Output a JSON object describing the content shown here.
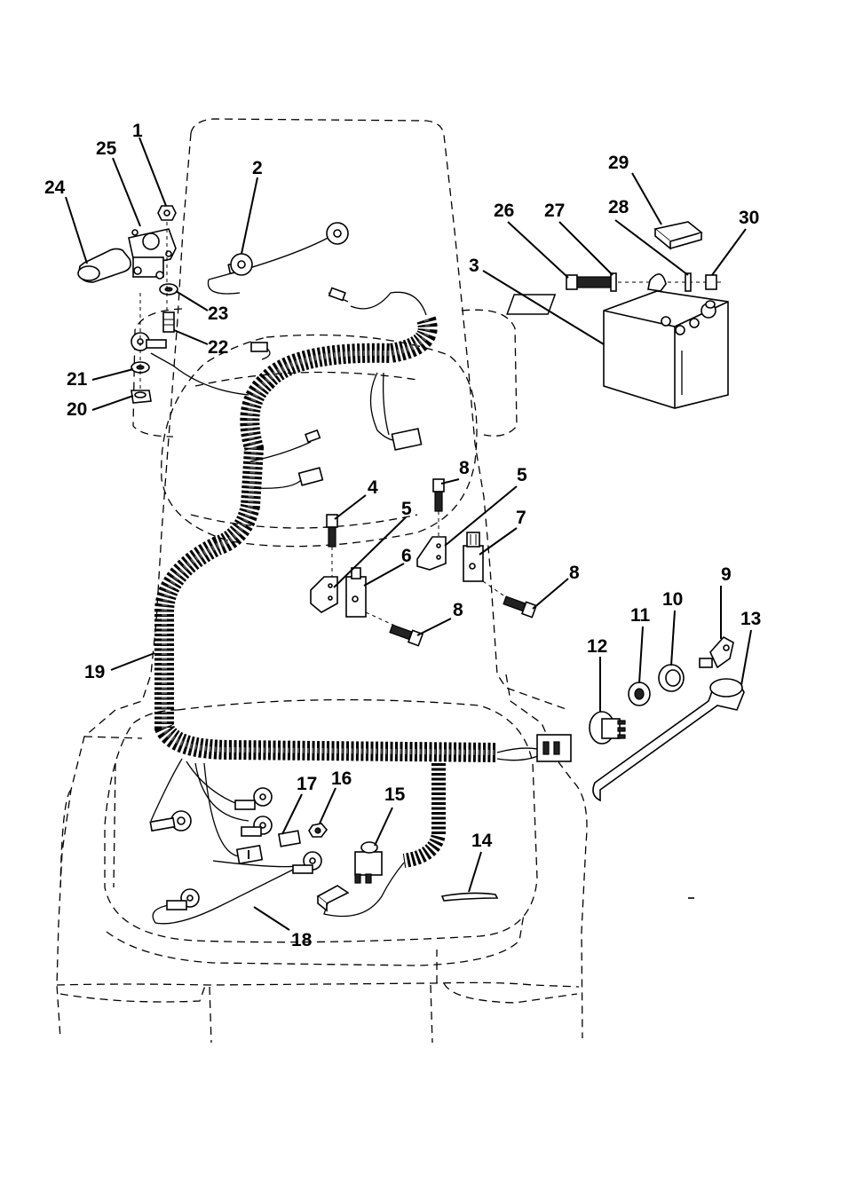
{
  "callouts": {
    "c1": "1",
    "c2": "2",
    "c3": "3",
    "c4": "4",
    "c5a": "5",
    "c5b": "5",
    "c6": "6",
    "c7": "7",
    "c8a": "8",
    "c8b": "8",
    "c8c": "8",
    "c9": "9",
    "c10": "10",
    "c11": "11",
    "c12": "12",
    "c13": "13",
    "c14": "14",
    "c15": "15",
    "c16": "16",
    "c17": "17",
    "c18": "18",
    "c19": "19",
    "c20": "20",
    "c21": "21",
    "c22": "22",
    "c23": "23",
    "c24": "24",
    "c25": "25",
    "c26": "26",
    "c27": "27",
    "c28": "28",
    "c29": "29",
    "c30": "30"
  }
}
